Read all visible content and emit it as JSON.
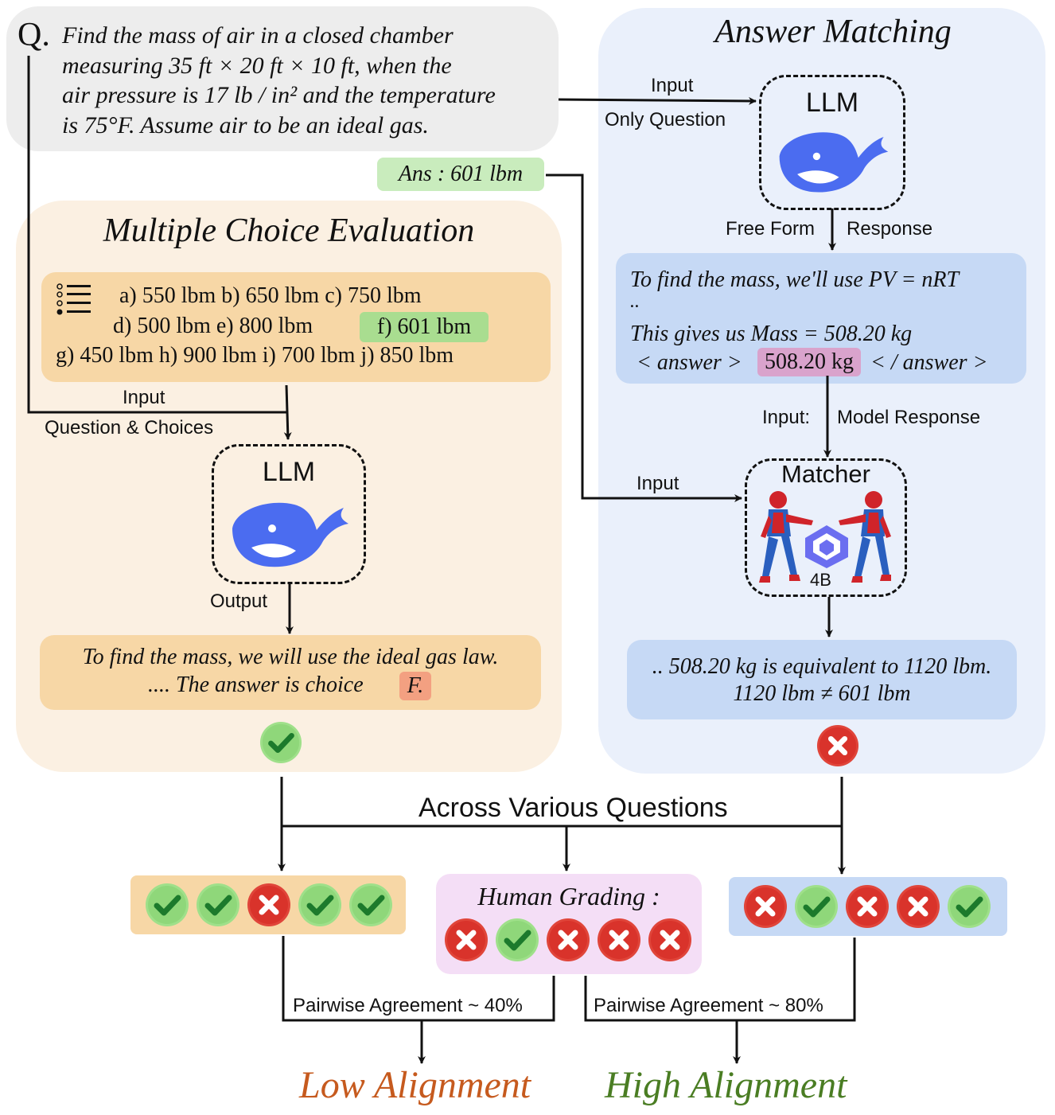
{
  "question": {
    "label": "Q.",
    "lines": [
      "Find the mass of air in a closed chamber",
      "measuring 35 ft × 20 ft × 10 ft,  when the",
      "air pressure is 17 lb / in² and the temperature",
      "is 75°F. Assume air to be an ideal gas."
    ]
  },
  "answer_key": "Ans :  601 lbm",
  "mc": {
    "title": "Multiple Choice Evaluation",
    "choices_lines": [
      "a) 550 lbm   b) 650 lbm   c) 750 lbm",
      "d) 500 lbm    e) 800 lbm",
      "g) 450 lbm   h) 900 lbm   i)  700 lbm   j) 850 lbm"
    ],
    "correct_choice": "f) 601 lbm",
    "input_label_1": "Input",
    "input_label_2": "Question & Choices",
    "llm_label": "LLM",
    "output_label": "Output",
    "response_line1": "To find the mass, we will use the ideal gas law.",
    "response_line2": "....   The answer is choice",
    "response_choice": "F."
  },
  "am": {
    "title": "Answer  Matching",
    "input_label_1": "Input",
    "input_label_2": "Only Question",
    "llm_label": "LLM",
    "free_form_1": "Free Form",
    "free_form_2": "Response",
    "response_line1": "To find the mass, we'll use PV  =  nRT",
    "response_line2": "..",
    "response_line3": "This gives us Mass  =  508.20 kg",
    "answer_open": "< answer >",
    "answer_value": "508.20 kg",
    "answer_close": "< / answer >",
    "model_response_label_1": "Input:",
    "model_response_label_2": "Model Response",
    "matcher_label": "Matcher",
    "matcher_size": "4B",
    "matcher_input_label": "Input",
    "result_line1": "..  508.20 kg is equivalent to 1120 lbm.",
    "result_line2": "1120 lbm  ≠  601 lbm"
  },
  "across_label": "Across Various Questions",
  "human_grading_label": "Human Grading :",
  "mc_marks": [
    "check",
    "check",
    "cross",
    "check",
    "check"
  ],
  "human_marks": [
    "cross",
    "check",
    "cross",
    "cross",
    "cross"
  ],
  "am_marks": [
    "cross",
    "check",
    "cross",
    "cross",
    "check"
  ],
  "agreement_low": "Pairwise Agreement ~ 40%",
  "agreement_high": "Pairwise Agreement ~ 80%",
  "low_alignment": "Low  Alignment",
  "high_alignment": "High  Alignment",
  "colors": {
    "mc_panel": "#fbf0e2",
    "mc_box": "#f7d7a6",
    "am_panel": "#eaf0fb",
    "am_box": "#c6d9f5",
    "highlight_green": "#a9dd90",
    "highlight_red": "#f3a081",
    "highlight_purple": "#d9a3cc",
    "human_box": "#f4def6",
    "low": "#c65a1e",
    "high": "#4a7d23"
  }
}
